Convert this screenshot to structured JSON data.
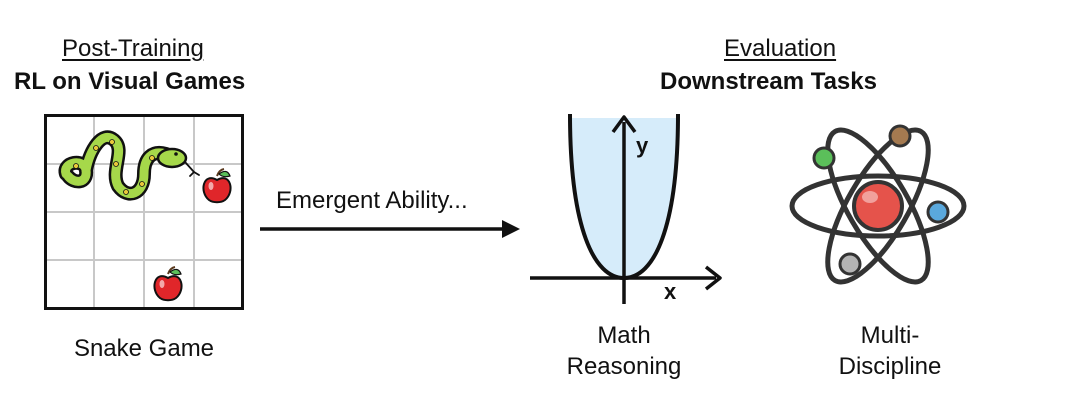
{
  "left": {
    "title": "Post-Training",
    "subtitle": "RL on Visual Games",
    "caption": "Snake Game",
    "grid": {
      "rows": 4,
      "cols": 4
    },
    "icons": [
      "snake-icon",
      "apple-icon",
      "apple-icon"
    ]
  },
  "arrow": {
    "label": "Emergent Ability..."
  },
  "right": {
    "title": "Evaluation",
    "subtitle": "Downstream Tasks",
    "math": {
      "caption_line1": "Math",
      "caption_line2": "Reasoning",
      "axis_y": "y",
      "axis_x": "x",
      "icon": "parabola-graph-icon"
    },
    "science": {
      "caption_line1": "Multi-",
      "caption_line2": "Discipline",
      "icon": "atom-icon"
    }
  },
  "colors": {
    "ink": "#111111",
    "grid_line": "#c8c8c8",
    "parabola_fill": "#d6ecfa",
    "snake_green": "#a6d84a",
    "snake_spots": "#e9c93a",
    "apple_red": "#e0262a",
    "nucleus_red": "#e5534b",
    "electron_green": "#5bbf5a",
    "electron_brown": "#a57a50",
    "electron_blue": "#5aa8dc",
    "electron_gray": "#b4b4b4"
  }
}
